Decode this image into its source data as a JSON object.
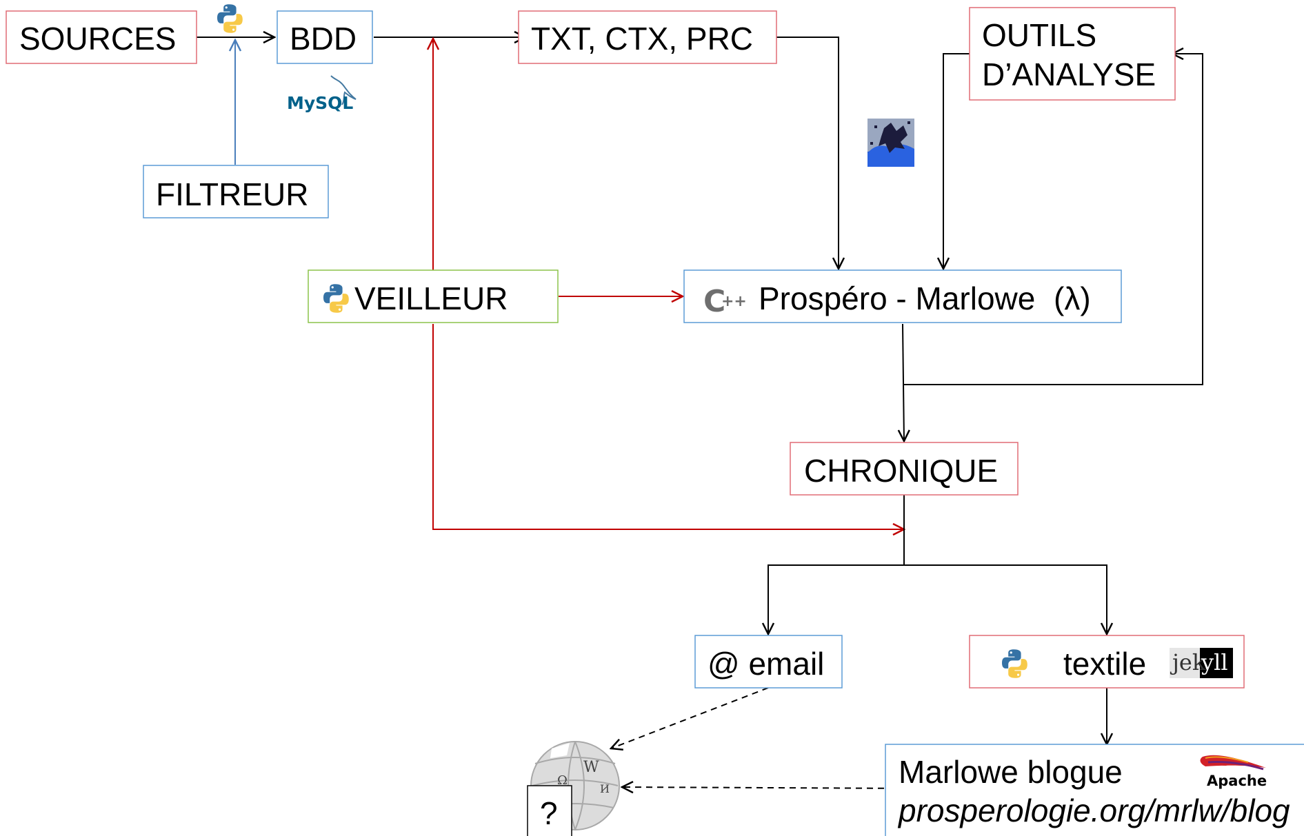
{
  "colors": {
    "red_box": "#e06c75",
    "blue_box": "#5b9bd5",
    "green_box": "#8bc34a",
    "red_arrow": "#c00000",
    "blue_arrow": "#4a7ebb",
    "black_arrow": "#000000"
  },
  "nodes": {
    "sources": "SOURCES",
    "bdd": "BDD",
    "filtreur": "FILTREUR",
    "txt_ctx_prc": "TXT, CTX, PRC",
    "outils_line1": "OUTILS",
    "outils_line2": "D’ANALYSE",
    "veilleur": "VEILLEUR",
    "prospero": "Prospéro - Marlowe",
    "prospero_lambda": "(λ)",
    "chronique": "CHRONIQUE",
    "email": "@ email",
    "textile": "textile",
    "blog_line1": "Marlowe blogue",
    "blog_line2": "prosperologie.org/mrlw/blog",
    "question": "?"
  },
  "logos": {
    "mysql": "MySQL",
    "cpp": "C++",
    "cpp_c": "C",
    "cpp_plus": "++",
    "jekyll_light": "jek",
    "jekyll_dark": "yll",
    "apache": "Apache",
    "wiki_glyph_1": "W",
    "wiki_glyph_2": "Ω",
    "wiki_glyph_3": "И",
    "icons": [
      "python-logo",
      "mysql-logo",
      "prospero-logo",
      "cpp-logo",
      "jekyll-logo",
      "apache-logo",
      "wikipedia-globe"
    ]
  }
}
